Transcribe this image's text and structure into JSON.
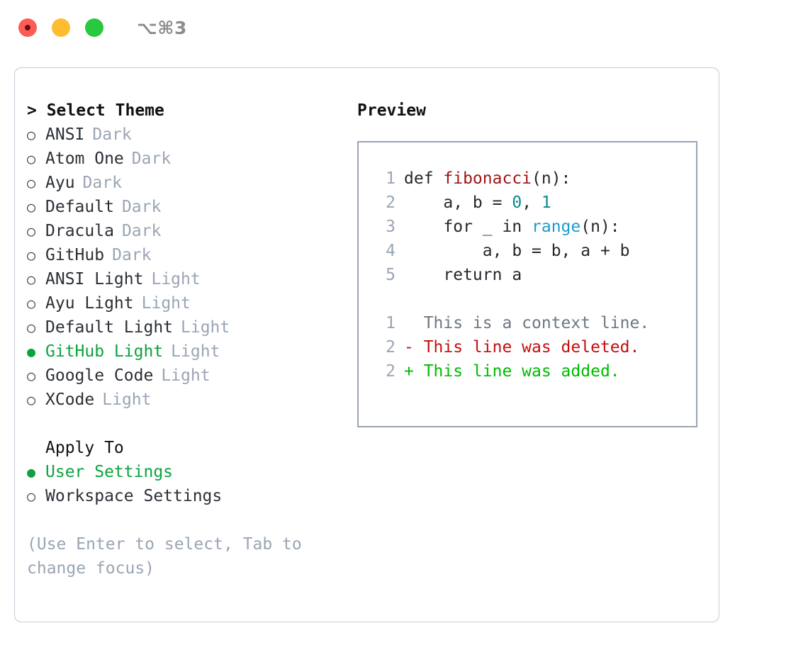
{
  "titlebar": {
    "shortcut": "⌥⌘3",
    "buttons": [
      {
        "name": "close",
        "color": "#fd5d55"
      },
      {
        "name": "minimize",
        "color": "#febc2e"
      },
      {
        "name": "maximize",
        "color": "#28c93f"
      }
    ]
  },
  "theme_panel": {
    "heading": "> Select Theme",
    "bullet_unselected": "○",
    "bullet_selected": "●",
    "items": [
      {
        "label": "ANSI",
        "tag": "Dark",
        "selected": false
      },
      {
        "label": "Atom One",
        "tag": "Dark",
        "selected": false
      },
      {
        "label": "Ayu",
        "tag": "Dark",
        "selected": false
      },
      {
        "label": "Default",
        "tag": "Dark",
        "selected": false
      },
      {
        "label": "Dracula",
        "tag": "Dark",
        "selected": false
      },
      {
        "label": "GitHub",
        "tag": "Dark",
        "selected": false
      },
      {
        "label": "ANSI Light",
        "tag": "Light",
        "selected": false
      },
      {
        "label": "Ayu Light",
        "tag": "Light",
        "selected": false
      },
      {
        "label": "Default Light",
        "tag": "Light",
        "selected": false
      },
      {
        "label": "GitHub Light",
        "tag": "Light",
        "selected": true
      },
      {
        "label": "Google Code",
        "tag": "Light",
        "selected": false
      },
      {
        "label": "XCode",
        "tag": "Light",
        "selected": false
      }
    ]
  },
  "apply_to": {
    "heading": "Apply To",
    "items": [
      {
        "label": "User Settings",
        "selected": true
      },
      {
        "label": "Workspace Settings",
        "selected": false
      }
    ]
  },
  "hint": "(Use Enter to select, Tab to change focus)",
  "preview": {
    "heading": "Preview",
    "code_lines": [
      {
        "lineno": "1",
        "parts": [
          {
            "text": "def ",
            "type": "plain"
          },
          {
            "text": "fibonacci",
            "type": "fn"
          },
          {
            "text": "(n):",
            "type": "plain"
          }
        ]
      },
      {
        "lineno": "2",
        "parts": [
          {
            "text": "    a, b = ",
            "type": "plain"
          },
          {
            "text": "0",
            "type": "num"
          },
          {
            "text": ", ",
            "type": "plain"
          },
          {
            "text": "1",
            "type": "num"
          }
        ]
      },
      {
        "lineno": "3",
        "parts": [
          {
            "text": "    for _ in ",
            "type": "plain"
          },
          {
            "text": "range",
            "type": "call"
          },
          {
            "text": "(n):",
            "type": "plain"
          }
        ]
      },
      {
        "lineno": "4",
        "parts": [
          {
            "text": "        a, b = b, a + b",
            "type": "plain"
          }
        ]
      },
      {
        "lineno": "5",
        "parts": [
          {
            "text": "    return a",
            "type": "plain"
          }
        ]
      }
    ],
    "diff_lines": [
      {
        "lineno": "1",
        "marker": "  ",
        "text": "This is a context line.",
        "kind": "ctx"
      },
      {
        "lineno": "2",
        "marker": "- ",
        "text": "This line was deleted.",
        "kind": "del"
      },
      {
        "lineno": "2",
        "marker": "+ ",
        "text": "This line was added.",
        "kind": "add"
      }
    ]
  },
  "colors": {
    "accent_green": "#0ba33c",
    "muted": "#9aa5b4",
    "fn_red": "#a41515",
    "number_teal": "#0e8a8a",
    "call_blue": "#1a9ec9",
    "diff_del": "#c40f0f",
    "diff_add": "#00bb00",
    "border": "#9aa5b4",
    "window_border": "#c3cbd6"
  }
}
